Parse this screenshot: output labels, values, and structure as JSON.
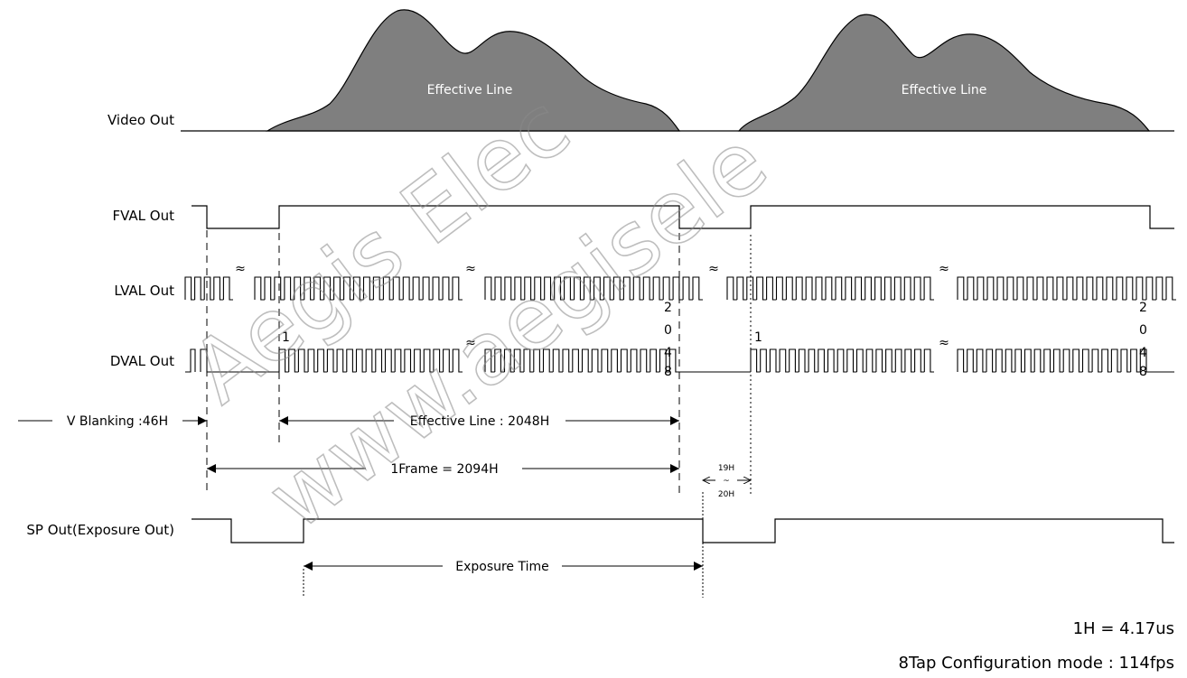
{
  "signals": {
    "video_out": "Video Out",
    "fval_out": "FVAL Out",
    "lval_out": "LVAL Out",
    "dval_out": "DVAL Out",
    "sp_out": "SP Out(Exposure Out)"
  },
  "waveform": {
    "effective_line_1": "Effective Line",
    "effective_line_2": "Effective Line"
  },
  "line_numbers": {
    "first": "1",
    "last_digits": [
      "2",
      "0",
      "4",
      "8"
    ]
  },
  "break_mark": "≈",
  "timing": {
    "v_blanking": "V Blanking :46H",
    "effective_line": "Effective Line : 2048H",
    "frame": "1Frame = 2094H",
    "gap_top": "19H",
    "gap_mid": "~",
    "gap_bottom": "20H",
    "exposure_time": "Exposure Time"
  },
  "notes": {
    "one_h": "1H = 4.17us",
    "mode": "8Tap Configuration mode : 114fps"
  },
  "watermark": {
    "line1": "Aegis Elec",
    "line2": "www.aegisele"
  },
  "colors": {
    "wave_fill": "#7f7f7f",
    "line": "#000000"
  }
}
